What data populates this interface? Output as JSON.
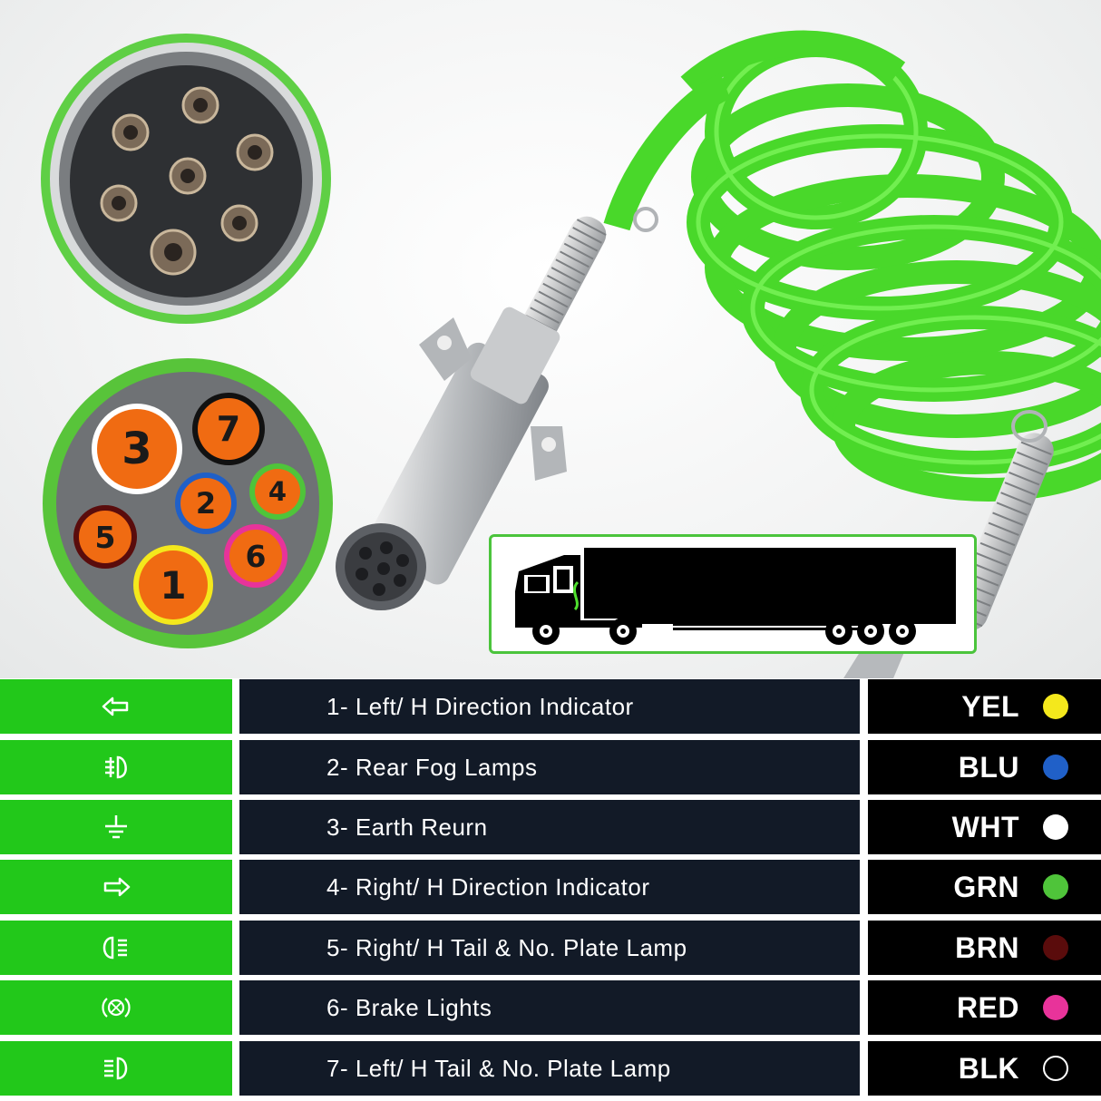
{
  "colors": {
    "icon_bg": "#22c81a",
    "desc_bg": "#121a27",
    "code_bg": "#000000",
    "cable_green": "#4fe02e",
    "pin_orange": "#f06b12"
  },
  "pin_diagram": {
    "pins": [
      {
        "label": "1",
        "ring": "#f4e81c"
      },
      {
        "label": "2",
        "ring": "#2060c8"
      },
      {
        "label": "3",
        "ring": "#ffffff"
      },
      {
        "label": "4",
        "ring": "#4fc43a"
      },
      {
        "label": "5",
        "ring": "#5a0c0c"
      },
      {
        "label": "6",
        "ring": "#e8339a"
      },
      {
        "label": "7",
        "ring": "#111111"
      }
    ]
  },
  "wiring": [
    {
      "icon": "left-arrow-icon",
      "description": "1- Left/ H Direction Indicator",
      "code": "YEL",
      "color": "#f4e81c"
    },
    {
      "icon": "rear-fog-lamp-icon",
      "description": "2- Rear Fog Lamps",
      "code": "BLU",
      "color": "#2060c8"
    },
    {
      "icon": "ground-icon",
      "description": "3- Earth Reurn",
      "code": "WHT",
      "color": "#ffffff"
    },
    {
      "icon": "right-arrow-icon",
      "description": "4- Right/ H Direction Indicator",
      "code": "GRN",
      "color": "#4fc43a"
    },
    {
      "icon": "tail-lamp-right-icon",
      "description": "5- Right/ H Tail & No. Plate Lamp",
      "code": "BRN",
      "color": "#5a0c0c"
    },
    {
      "icon": "brake-light-icon",
      "description": "6- Brake Lights",
      "code": "RED",
      "color": "#e8339a"
    },
    {
      "icon": "tail-lamp-left-icon",
      "description": "7- Left/ H Tail & No. Plate Lamp",
      "code": "BLK",
      "color": "#000000"
    }
  ]
}
